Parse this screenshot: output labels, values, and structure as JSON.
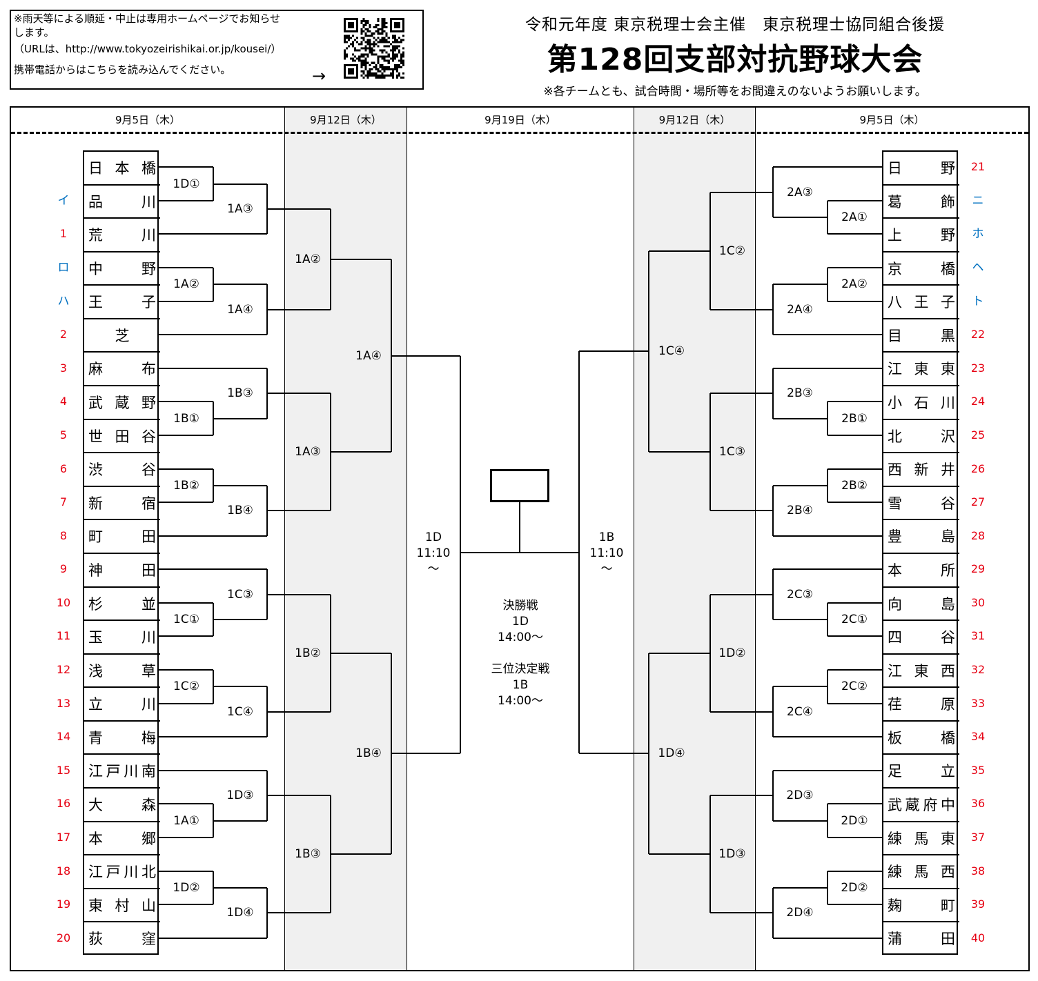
{
  "notice": {
    "line1": "※雨天等による順延・中止は専用ホームページでお知らせ",
    "line2": "します。",
    "line3": "（URLは、http://www.tokyozeirishikai.or.jp/kousei/）",
    "line4": "携帯電話からはこちらを読み込んでください。",
    "arrow": "→"
  },
  "header": {
    "organizer": "令和元年度 東京税理士会主催　東京税理士協同組合後援",
    "title": "第128回支部対抗野球大会",
    "note": "※各チームとも、試合時間・場所等をお間違えのないようお願いします。"
  },
  "dates": [
    "9月5日（木）",
    "9月12日（木）",
    "9月19日（木）",
    "9月12日（木）",
    "9月5日（木）"
  ],
  "left_teams": [
    {
      "num": "",
      "name": "日本橋"
    },
    {
      "num": "",
      "name": "品川"
    },
    {
      "num": "1",
      "name": "荒川"
    },
    {
      "num": "",
      "name": "中野"
    },
    {
      "num": "",
      "name": "王子"
    },
    {
      "num": "2",
      "name": "芝"
    },
    {
      "num": "3",
      "name": "麻布"
    },
    {
      "num": "4",
      "name": "武蔵野"
    },
    {
      "num": "5",
      "name": "世田谷"
    },
    {
      "num": "6",
      "name": "渋谷"
    },
    {
      "num": "7",
      "name": "新宿"
    },
    {
      "num": "8",
      "name": "町田"
    },
    {
      "num": "9",
      "name": "神田"
    },
    {
      "num": "10",
      "name": "杉並"
    },
    {
      "num": "11",
      "name": "玉川"
    },
    {
      "num": "12",
      "name": "浅草"
    },
    {
      "num": "13",
      "name": "立川"
    },
    {
      "num": "14",
      "name": "青梅"
    },
    {
      "num": "15",
      "name": "江戸川南"
    },
    {
      "num": "16",
      "name": "大森"
    },
    {
      "num": "17",
      "name": "本郷"
    },
    {
      "num": "18",
      "name": "江戸川北"
    },
    {
      "num": "19",
      "name": "東村山"
    },
    {
      "num": "20",
      "name": "荻窪"
    }
  ],
  "left_groups": [
    "イ",
    "ロ",
    "ハ"
  ],
  "right_teams": [
    {
      "num": "21",
      "name": "日野"
    },
    {
      "num": "",
      "name": "葛飾"
    },
    {
      "num": "",
      "name": "上野"
    },
    {
      "num": "",
      "name": "京橋"
    },
    {
      "num": "",
      "name": "八王子"
    },
    {
      "num": "22",
      "name": "目黒"
    },
    {
      "num": "23",
      "name": "江東東"
    },
    {
      "num": "24",
      "name": "小石川"
    },
    {
      "num": "25",
      "name": "北沢"
    },
    {
      "num": "26",
      "name": "西新井"
    },
    {
      "num": "27",
      "name": "雪谷"
    },
    {
      "num": "28",
      "name": "豊島"
    },
    {
      "num": "29",
      "name": "本所"
    },
    {
      "num": "30",
      "name": "向島"
    },
    {
      "num": "31",
      "name": "四谷"
    },
    {
      "num": "32",
      "name": "江東西"
    },
    {
      "num": "33",
      "name": "荏原"
    },
    {
      "num": "34",
      "name": "板橋"
    },
    {
      "num": "35",
      "name": "足立"
    },
    {
      "num": "36",
      "name": "武蔵府中"
    },
    {
      "num": "37",
      "name": "練馬東"
    },
    {
      "num": "38",
      "name": "練馬西"
    },
    {
      "num": "39",
      "name": "麹町"
    },
    {
      "num": "40",
      "name": "蒲田"
    }
  ],
  "right_groups": [
    "ニ",
    "ホ",
    "ヘ",
    "ト"
  ],
  "left_r1": [
    "1D①",
    "1A②",
    "1B①",
    "1B②",
    "1C①",
    "1C②",
    "1A①",
    "1D②"
  ],
  "left_r2": [
    "1A③",
    "1A④",
    "1B③",
    "1B④",
    "1C③",
    "1C④",
    "1D③",
    "1D④"
  ],
  "left_r3": [
    "1A②",
    "1A③",
    "1B②",
    "1B③"
  ],
  "left_r4": [
    "1A④",
    "1B④"
  ],
  "right_r1": [
    "2A①",
    "2A②",
    "2B①",
    "2B②",
    "2C①",
    "2C②",
    "2D①",
    "2D②"
  ],
  "right_r2": [
    "2A③",
    "2A④",
    "2B③",
    "2B④",
    "2C③",
    "2C④",
    "2D③",
    "2D④"
  ],
  "right_r3": [
    "1C②",
    "1C③",
    "1D②",
    "1D③"
  ],
  "right_r4": [
    "1C④",
    "1D④"
  ],
  "semifinal_left": {
    "court": "1D",
    "time": "11:10",
    "tilde": "～"
  },
  "semifinal_right": {
    "court": "1B",
    "time": "11:10",
    "tilde": "～"
  },
  "final": {
    "final_label": "決勝戦",
    "final_court": "1D",
    "final_time": "14:00～",
    "third_label": "三位決定戦",
    "third_court": "1B",
    "third_time": "14:00～"
  }
}
